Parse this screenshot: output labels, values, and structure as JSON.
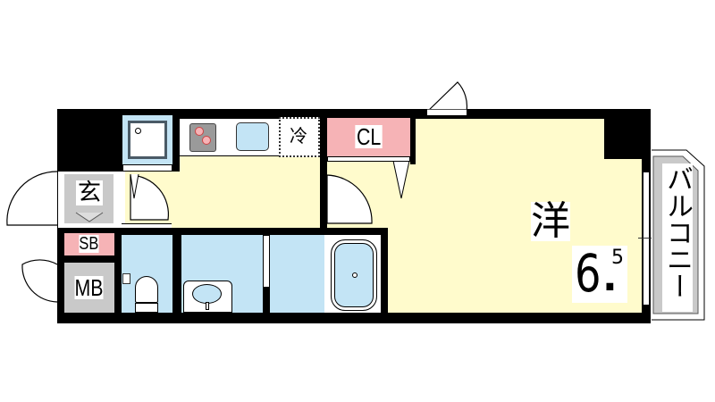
{
  "floorplan": {
    "rooms": {
      "western_room": {
        "label": "洋",
        "size_main": "6",
        "size_dot": ".",
        "size_sup": "5"
      },
      "closet": {
        "label": "CL"
      },
      "entrance": {
        "label": "玄"
      },
      "shoe_box": {
        "label": "SB"
      },
      "meter_box": {
        "label": "MB"
      },
      "fridge_space": {
        "label": "冷"
      },
      "balcony": {
        "label": "バルコニー"
      }
    },
    "colors": {
      "wall": "#000000",
      "room_floor": "#fffbcc",
      "wet_area": "#c3e4f5",
      "storage": "#f6b3b6",
      "gray_area": "#c9c9c9"
    }
  }
}
